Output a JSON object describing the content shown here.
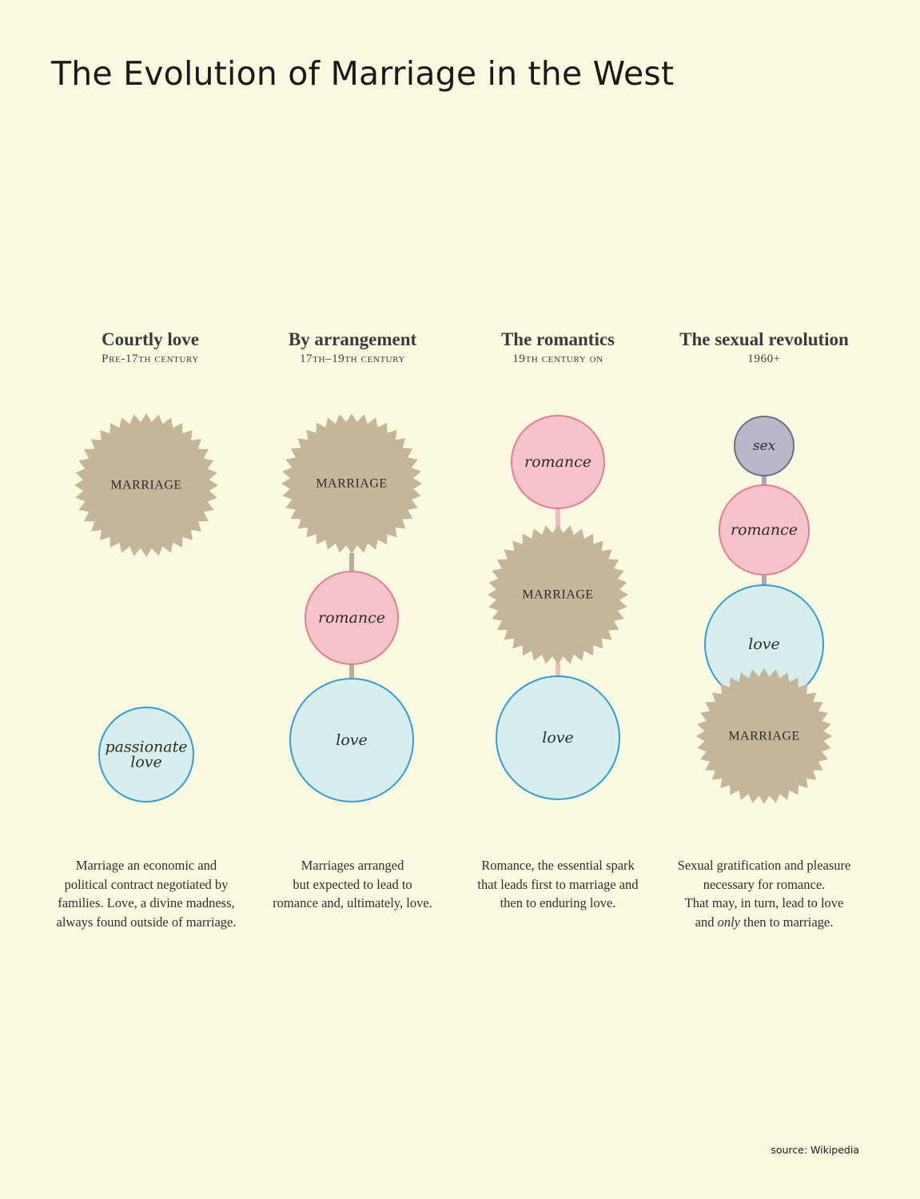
{
  "title": "The Evolution of Marriage in the West",
  "source": "source: Wikipedia",
  "colors": {
    "background": "#fbfae1",
    "marriage": "#c4b59b",
    "romance_fill": "#f7c3cb",
    "romance_stroke": "#e27e92",
    "love_fill": "#d7eeee",
    "love_stroke": "#2f9dd6",
    "sex_fill": "#b9b7c8",
    "sex_stroke": "#6e6e86",
    "connector_tan": "#b9ad92",
    "connector_pink": "#f3b8c2",
    "connector_grey": "#a9a7b9"
  },
  "columns": [
    {
      "era": "Courtly love",
      "period": "Pre-17th century",
      "description": [
        "Marriage an economic and",
        "political contract negotiated by",
        "families.  Love, a divine madness,",
        "always found outside of marriage."
      ],
      "nodes": [
        {
          "kind": "marriage",
          "label": "MARRIAGE"
        },
        {
          "kind": "love",
          "label": "passionate love"
        }
      ]
    },
    {
      "era": "By arrangement",
      "period": "17th–19th century",
      "description": [
        "Marriages arranged",
        "but expected to lead to",
        "romance and, ultimately, love."
      ],
      "nodes": [
        {
          "kind": "marriage",
          "label": "MARRIAGE"
        },
        {
          "kind": "romance",
          "label": "romance"
        },
        {
          "kind": "love",
          "label": "love"
        }
      ]
    },
    {
      "era": "The romantics",
      "period": "19th century on",
      "description": [
        "Romance, the essential spark",
        "that leads first to marriage and",
        "then to enduring love."
      ],
      "nodes": [
        {
          "kind": "romance",
          "label": "romance"
        },
        {
          "kind": "marriage",
          "label": "MARRIAGE"
        },
        {
          "kind": "love",
          "label": "love"
        }
      ]
    },
    {
      "era": "The sexual revolution",
      "period": "1960+",
      "description": [
        "Sexual gratification and pleasure",
        "necessary for romance.",
        "That may, in turn, lead to love",
        "and only then to marriage."
      ],
      "nodes": [
        {
          "kind": "sex",
          "label": "sex"
        },
        {
          "kind": "romance",
          "label": "romance"
        },
        {
          "kind": "love",
          "label": "love"
        },
        {
          "kind": "marriage",
          "label": "MARRIAGE"
        }
      ]
    }
  ]
}
